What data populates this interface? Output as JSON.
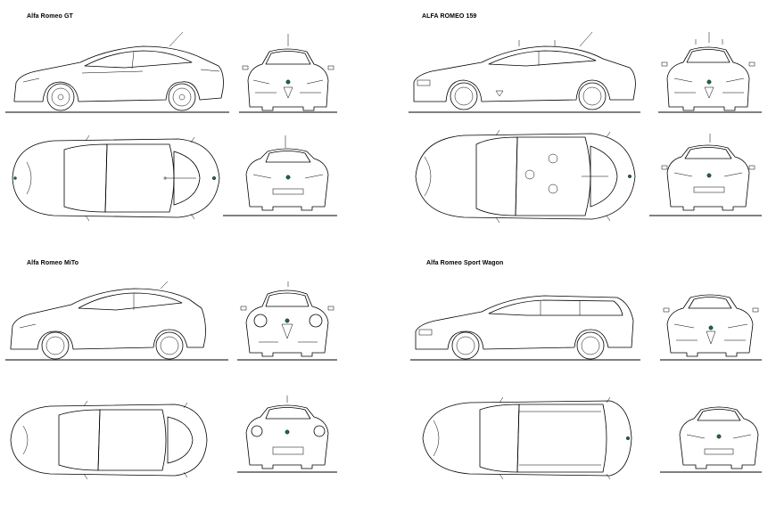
{
  "sheet": {
    "blocks": [
      {
        "id": "gt",
        "title": "Alfa Romeo GT"
      },
      {
        "id": "159",
        "title": "ALFA ROMEO 159"
      },
      {
        "id": "mito",
        "title": "Alfa Romeo MiTo"
      },
      {
        "id": "sportwagon",
        "title": "Alfa Romeo Sport Wagon"
      }
    ]
  },
  "colors": {
    "line": "#000000",
    "badge": "#1a6b3a",
    "background": "#ffffff"
  }
}
